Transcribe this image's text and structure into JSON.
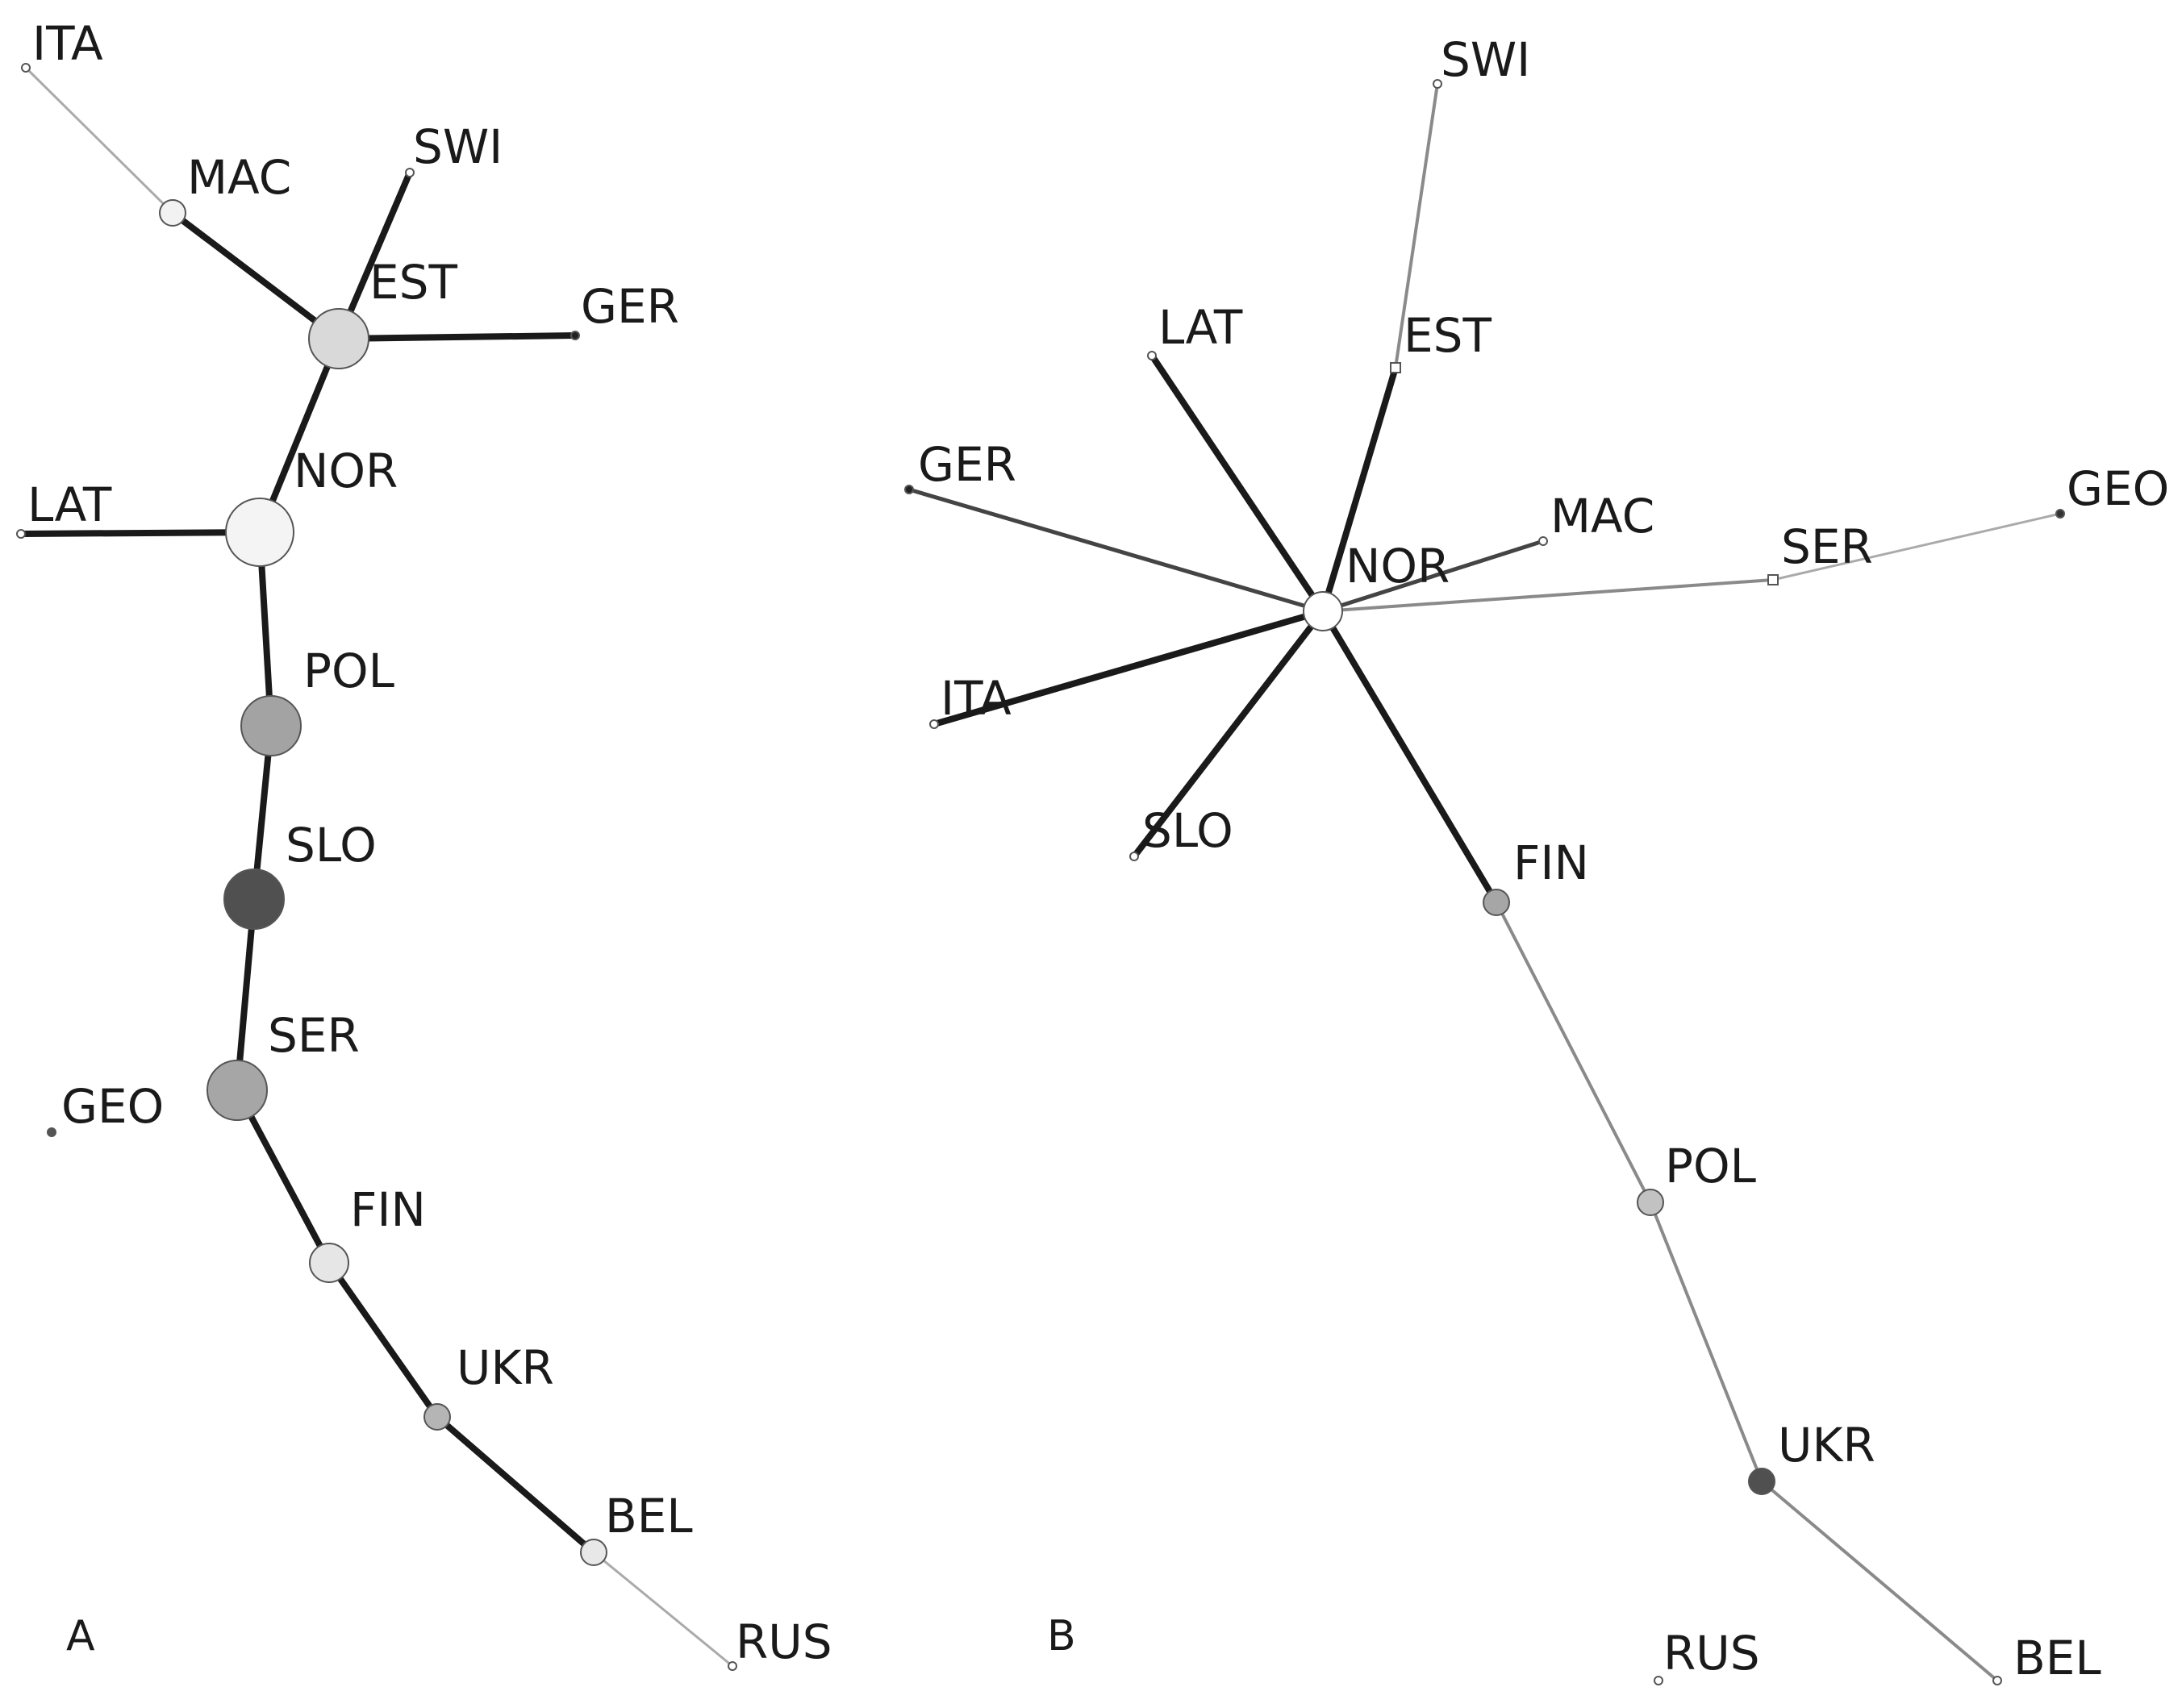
{
  "panels": [
    {
      "id": "A",
      "label": "A",
      "nodes": [
        {
          "id": "ITA",
          "label": "ITA",
          "fill": "#ffffff",
          "size": "tiny"
        },
        {
          "id": "MAC",
          "label": "MAC",
          "fill": "#f2f2f2",
          "size": "small"
        },
        {
          "id": "SWI",
          "label": "SWI",
          "fill": "#ffffff",
          "size": "tiny"
        },
        {
          "id": "EST",
          "label": "EST",
          "fill": "#d9d9d9",
          "size": "large"
        },
        {
          "id": "GER",
          "label": "GER",
          "fill": "#222222",
          "size": "tiny"
        },
        {
          "id": "NOR",
          "label": "NOR",
          "fill": "#f4f4f4",
          "size": "xlarge"
        },
        {
          "id": "LAT",
          "label": "LAT",
          "fill": "#ffffff",
          "size": "tiny"
        },
        {
          "id": "POL",
          "label": "POL",
          "fill": "#a3a3a3",
          "size": "large"
        },
        {
          "id": "SLO",
          "label": "SLO",
          "fill": "#505050",
          "size": "large"
        },
        {
          "id": "SER",
          "label": "SER",
          "fill": "#a6a6a6",
          "size": "large"
        },
        {
          "id": "GEO",
          "label": "GEO",
          "fill": "#555555",
          "size": "tiny"
        },
        {
          "id": "FIN",
          "label": "FIN",
          "fill": "#e6e6e6",
          "size": "medium"
        },
        {
          "id": "UKR",
          "label": "UKR",
          "fill": "#b5b5b5",
          "size": "small"
        },
        {
          "id": "BEL",
          "label": "BEL",
          "fill": "#e8e8e8",
          "size": "small"
        },
        {
          "id": "RUS",
          "label": "RUS",
          "fill": "#ffffff",
          "size": "tiny"
        }
      ],
      "edges": [
        {
          "from": "ITA",
          "to": "MAC",
          "weight": "light"
        },
        {
          "from": "MAC",
          "to": "EST",
          "weight": "heavy"
        },
        {
          "from": "SWI",
          "to": "EST",
          "weight": "heavy"
        },
        {
          "from": "EST",
          "to": "GER",
          "weight": "heavy"
        },
        {
          "from": "EST",
          "to": "NOR",
          "weight": "heavy"
        },
        {
          "from": "LAT",
          "to": "NOR",
          "weight": "heavy"
        },
        {
          "from": "NOR",
          "to": "POL",
          "weight": "heavy"
        },
        {
          "from": "POL",
          "to": "SLO",
          "weight": "heavy"
        },
        {
          "from": "SLO",
          "to": "SER",
          "weight": "heavy"
        },
        {
          "from": "SER",
          "to": "FIN",
          "weight": "heavy"
        },
        {
          "from": "FIN",
          "to": "UKR",
          "weight": "heavy"
        },
        {
          "from": "UKR",
          "to": "BEL",
          "weight": "heavy"
        },
        {
          "from": "BEL",
          "to": "RUS",
          "weight": "light"
        }
      ]
    },
    {
      "id": "B",
      "label": "B",
      "nodes": [
        {
          "id": "SWI",
          "label": "SWI",
          "fill": "#ffffff",
          "size": "tiny"
        },
        {
          "id": "EST",
          "label": "EST",
          "fill": "#ffffff",
          "size": "tiny",
          "shape": "square"
        },
        {
          "id": "LAT",
          "label": "LAT",
          "fill": "#ffffff",
          "size": "tiny"
        },
        {
          "id": "GER",
          "label": "GER",
          "fill": "#222222",
          "size": "tiny"
        },
        {
          "id": "MAC",
          "label": "MAC",
          "fill": "#ffffff",
          "size": "tiny"
        },
        {
          "id": "NOR",
          "label": "NOR",
          "fill": "#ffffff",
          "size": "medium"
        },
        {
          "id": "SER",
          "label": "SER",
          "fill": "#ffffff",
          "size": "tiny",
          "shape": "square"
        },
        {
          "id": "GEO",
          "label": "GEO",
          "fill": "#333333",
          "size": "tiny"
        },
        {
          "id": "ITA",
          "label": "ITA",
          "fill": "#ffffff",
          "size": "tiny"
        },
        {
          "id": "SLO",
          "label": "SLO",
          "fill": "#ffffff",
          "size": "tiny"
        },
        {
          "id": "FIN",
          "label": "FIN",
          "fill": "#a6a6a6",
          "size": "small"
        },
        {
          "id": "POL",
          "label": "POL",
          "fill": "#c2c2c2",
          "size": "small"
        },
        {
          "id": "UKR",
          "label": "UKR",
          "fill": "#505050",
          "size": "small"
        },
        {
          "id": "RUS",
          "label": "RUS",
          "fill": "#ffffff",
          "size": "tiny"
        },
        {
          "id": "BEL",
          "label": "BEL",
          "fill": "#ffffff",
          "size": "tiny"
        }
      ],
      "edges": [
        {
          "from": "SWI",
          "to": "EST",
          "weight": "medium-light"
        },
        {
          "from": "EST",
          "to": "NOR",
          "weight": "heavy"
        },
        {
          "from": "LAT",
          "to": "NOR",
          "weight": "heavy"
        },
        {
          "from": "GER",
          "to": "NOR",
          "weight": "medium"
        },
        {
          "from": "MAC",
          "to": "NOR",
          "weight": "medium"
        },
        {
          "from": "NOR",
          "to": "SER",
          "weight": "medium-light"
        },
        {
          "from": "SER",
          "to": "GEO",
          "weight": "light"
        },
        {
          "from": "ITA",
          "to": "NOR",
          "weight": "heavy"
        },
        {
          "from": "SLO",
          "to": "NOR",
          "weight": "heavy"
        },
        {
          "from": "NOR",
          "to": "FIN",
          "weight": "heavy"
        },
        {
          "from": "FIN",
          "to": "POL",
          "weight": "medium-light"
        },
        {
          "from": "POL",
          "to": "UKR",
          "weight": "medium-light"
        },
        {
          "from": "UKR",
          "to": "BEL",
          "weight": "medium-light"
        }
      ]
    }
  ]
}
